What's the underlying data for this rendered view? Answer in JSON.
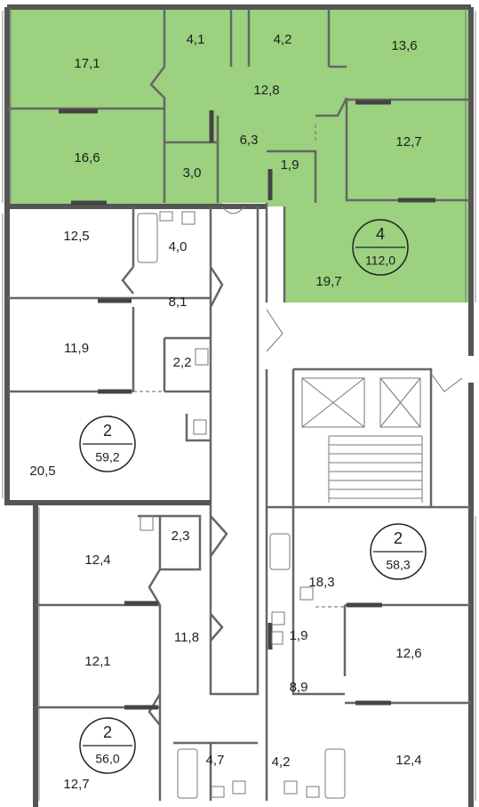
{
  "colors": {
    "highlight_fill": "#9bd17f",
    "wall": "#555555",
    "text": "#1e1e1e"
  },
  "apartments": [
    {
      "id": "apt-4-rooms",
      "highlighted": true,
      "rooms_count": "4",
      "total_area": "112,0",
      "room_areas": [
        "17,1",
        "4,1",
        "4,2",
        "13,6",
        "12,8",
        "16,6",
        "6,3",
        "3,0",
        "1,9",
        "12,7",
        "19,7"
      ]
    },
    {
      "id": "apt-2-rooms-left-middle",
      "highlighted": false,
      "rooms_count": "2",
      "total_area": "59,2",
      "room_areas": [
        "12,5",
        "4,0",
        "8,1",
        "11,9",
        "2,2",
        "20,5"
      ]
    },
    {
      "id": "apt-2-rooms-right",
      "highlighted": false,
      "rooms_count": "2",
      "total_area": "58,3",
      "room_areas": [
        "18,3",
        "1,9",
        "12,6",
        "8,9",
        "4,2",
        "12,4"
      ]
    },
    {
      "id": "apt-2-rooms-left-bottom",
      "highlighted": false,
      "rooms_count": "2",
      "total_area": "56,0",
      "room_areas": [
        "12,4",
        "2,3",
        "11,8",
        "12,1",
        "4,7",
        "12,7"
      ]
    }
  ]
}
